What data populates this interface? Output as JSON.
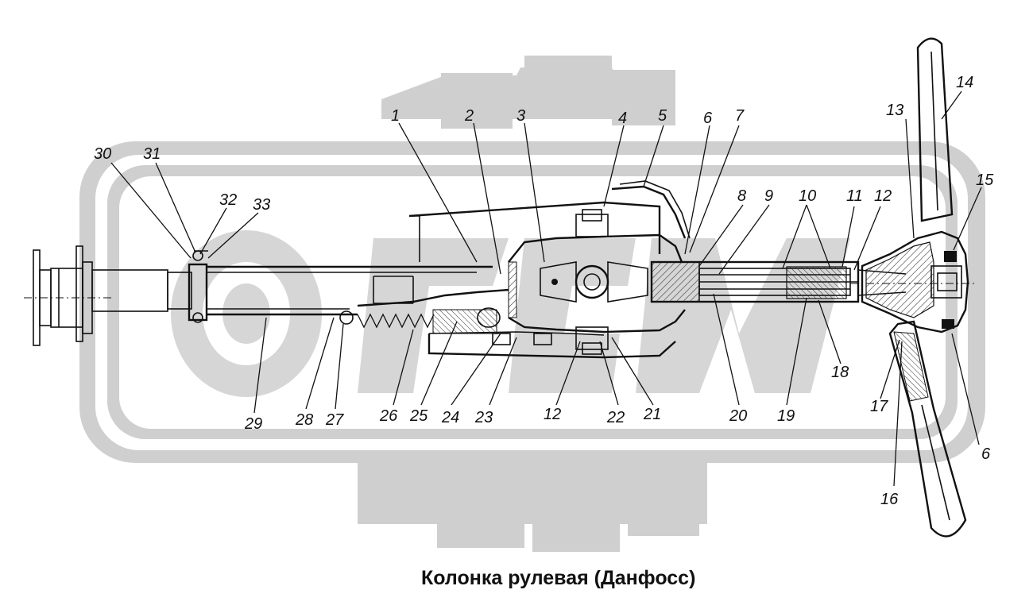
{
  "caption": "Колонка рулевая (Данфосс)",
  "colors": {
    "watermark": "#c9c9c9",
    "watermark_light": "#e2e2e2",
    "line": "#111111",
    "background": "#ffffff"
  },
  "labels": {
    "p1": "1",
    "p2": "2",
    "p3": "3",
    "p4": "4",
    "p5": "5",
    "p6": "6",
    "p7": "7",
    "p8": "8",
    "p9": "9",
    "p10": "10",
    "p11": "11",
    "p12": "12",
    "p13": "13",
    "p14": "14",
    "p15": "15",
    "p16": "16",
    "p17": "17",
    "p18": "18",
    "p19": "19",
    "p20": "20",
    "p21": "21",
    "p22": "22",
    "p23": "23",
    "p24": "24",
    "p25": "25",
    "p26": "26",
    "p27": "27",
    "p28": "28",
    "p29": "29",
    "p30": "30",
    "p31": "31",
    "p32": "32",
    "p33": "33"
  }
}
